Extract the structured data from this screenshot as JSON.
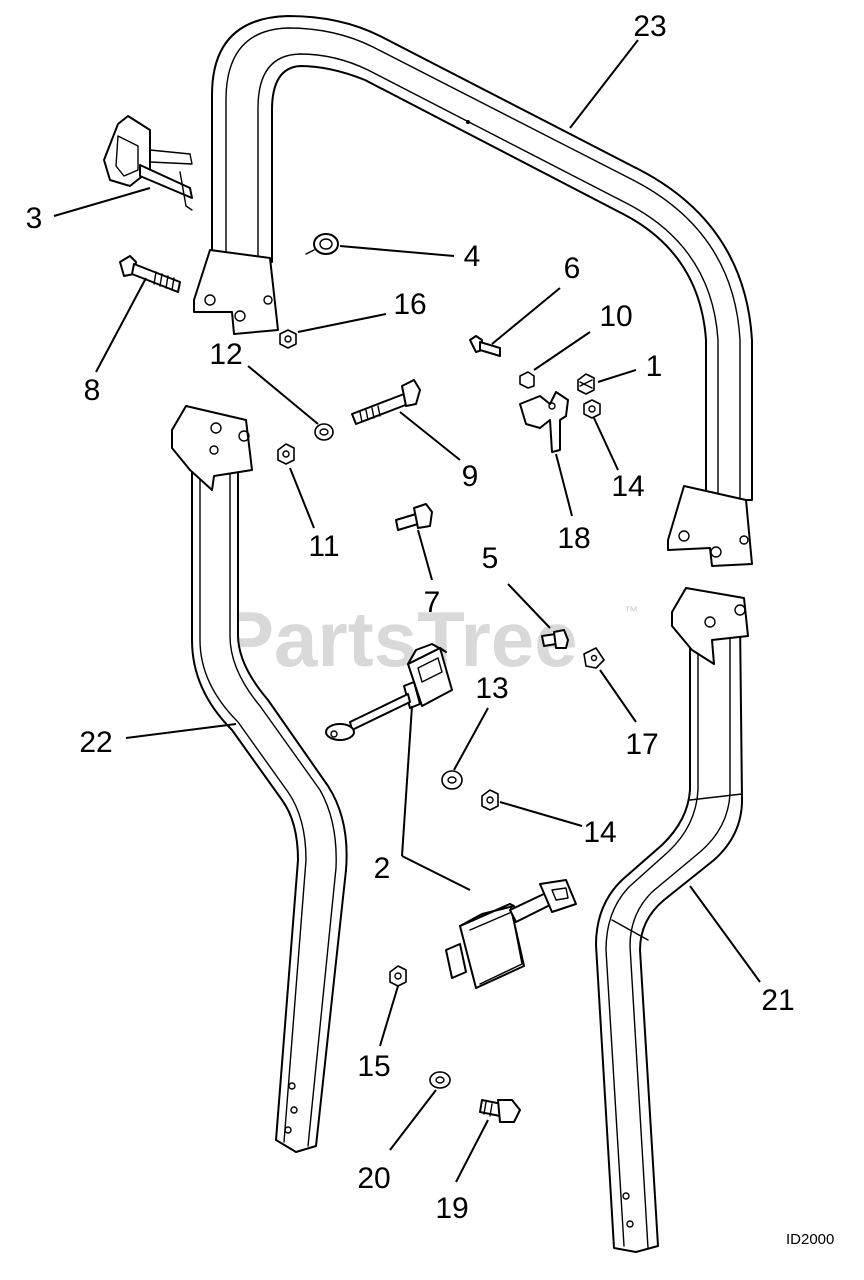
{
  "watermark": {
    "text": "PartsTree",
    "trademark": "™"
  },
  "image_id": "ID2000",
  "callouts": {
    "c1": "1",
    "c2": "2",
    "c3": "3",
    "c4": "4",
    "c5": "5",
    "c6": "6",
    "c7": "7",
    "c8": "8",
    "c9": "9",
    "c10": "10",
    "c11": "11",
    "c12": "12",
    "c13": "13",
    "c14a": "14",
    "c14b": "14",
    "c15": "15",
    "c16": "16",
    "c17": "17",
    "c18": "18",
    "c19": "19",
    "c20": "20",
    "c21": "21",
    "c22": "22",
    "c23": "23"
  }
}
